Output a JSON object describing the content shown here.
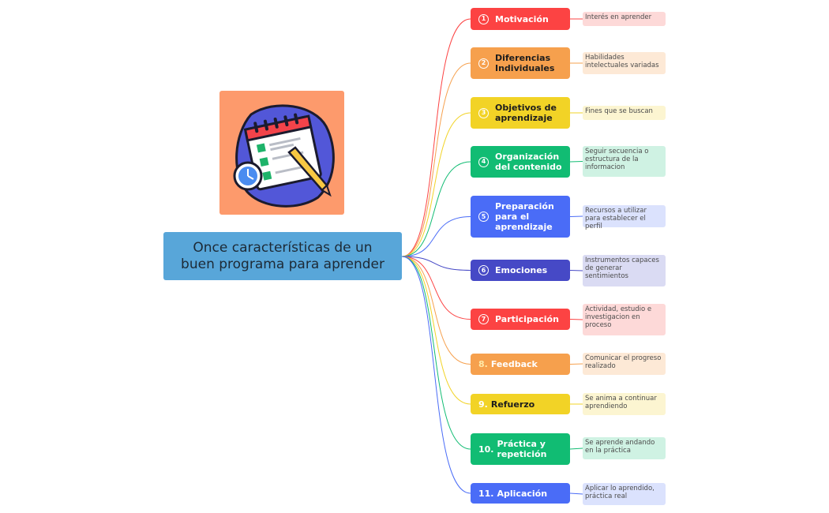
{
  "central": {
    "title": "Once características de un buen programa para aprender"
  },
  "illustration": {
    "icon": "calendar-checklist-icon",
    "bg_color": "#fd9a6c"
  },
  "topics": [
    {
      "marker": "1",
      "label": "Motivación",
      "note": "Interés en aprender",
      "color": "#fc4343",
      "note_bg": "#fdd9d8"
    },
    {
      "marker": "2",
      "label": "Diferencias Individuales",
      "note": "Habilidades intelectuales variadas",
      "color": "#f6a04d",
      "note_bg": "#fde9d6"
    },
    {
      "marker": "3",
      "label": "Objetivos de aprendizaje",
      "note": "Fines que se buscan",
      "color": "#f2d326",
      "note_bg": "#fcf5d1"
    },
    {
      "marker": "4",
      "label": "Organización del contenido",
      "note": "Seguir secuencia o estructura de la informacion",
      "color": "#11bc73",
      "note_bg": "#cff2e3"
    },
    {
      "marker": "5",
      "label": "Preparación para el aprendizaje",
      "note": "Recursos a utilizar para establecer el perfil",
      "color": "#4a6cf7",
      "note_bg": "#dbe2fd"
    },
    {
      "marker": "6",
      "label": "Emociones",
      "note": "Instrumentos capaces de generar sentimientos",
      "color": "#4649c6",
      "note_bg": "#dadbf3"
    },
    {
      "marker": "7",
      "label": "Participación",
      "note": "Actividad, estudio e investigacion en proceso",
      "color": "#fc4343",
      "note_bg": "#fdd9d8"
    },
    {
      "marker": "8.",
      "label": "Feedback",
      "note": "Comunicar el progreso realizado",
      "color": "#f6a04d",
      "note_bg": "#fde9d6"
    },
    {
      "marker": "9.",
      "label": "Refuerzo",
      "note": "Se anima a continuar aprendiendo",
      "color": "#f2d326",
      "note_bg": "#fcf5d1"
    },
    {
      "marker": "10.",
      "label": "Práctica y repetición",
      "note": "Se aprende andando en la práctica",
      "color": "#11bc73",
      "note_bg": "#cff2e3"
    },
    {
      "marker": "11.",
      "label": "Aplicación",
      "note": "Aplicar lo aprendido, práctica real",
      "color": "#4a6cf7",
      "note_bg": "#dbe2fd"
    }
  ]
}
